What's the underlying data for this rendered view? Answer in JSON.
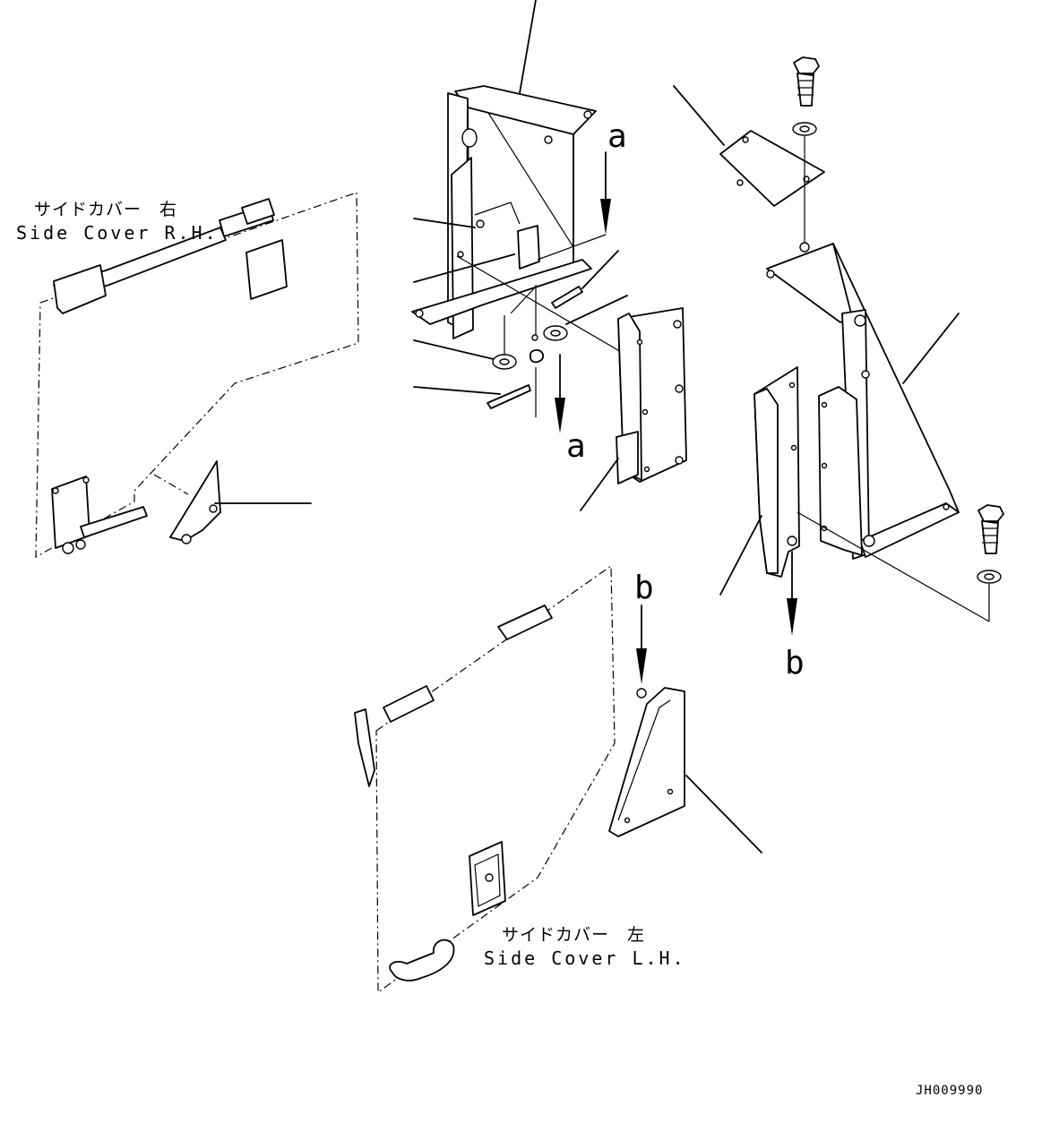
{
  "labels": {
    "side_cover_rh_jp": "サイドカバー　右",
    "side_cover_rh_en": "Side Cover R.H.",
    "side_cover_lh_jp": "サイドカバー　左",
    "side_cover_lh_en": "Side Cover L.H."
  },
  "view_markers": {
    "a_top": "a",
    "a_bottom": "a",
    "b_top": "b",
    "b_bottom": "b"
  },
  "drawing_code": "JH009990",
  "colors": {
    "line": "#000000",
    "background": "#ffffff"
  }
}
